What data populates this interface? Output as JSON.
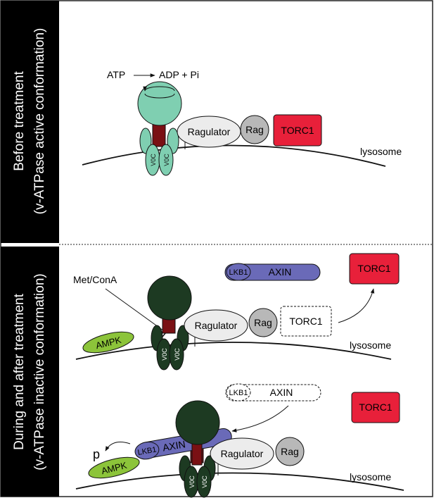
{
  "panels": {
    "before": {
      "label_line1": "Before treatment",
      "label_line2": "(v-ATPase active conformation)",
      "atp": "ATP",
      "adp": "ADP + Pi",
      "ragulator": "Ragulator",
      "rag": "Rag",
      "torc1": "TORC1",
      "lysosome": "lysosome",
      "v0c_a": "V0C",
      "v0c_b": "V0C"
    },
    "during": {
      "label_line1": "During and after treatment",
      "label_line2": "(v-ATPase inactive conformation)",
      "drug": "Met/ConA",
      "lkb1": "LKB1",
      "axin": "AXIN",
      "torc1_free": "TORC1",
      "ampk": "AMPK",
      "ragulator": "Ragulator",
      "rag": "Rag",
      "torc1_ghost": "TORC1",
      "lysosome": "lysosome",
      "v0c_a": "V0C",
      "v0c_b": "V0C"
    },
    "after": {
      "lkb1_ghost": "LKB1",
      "axin_ghost": "AXIN",
      "torc1": "TORC1",
      "p": "p",
      "ampk": "AMPK",
      "lkb1": "LKB1",
      "axin": "AXIN",
      "ragulator": "Ragulator",
      "rag": "Rag",
      "lysosome": "lysosome",
      "v0c_a": "V0C",
      "v0c_b": "V0C"
    }
  },
  "colors": {
    "active_vatpase": "#7fcfb1",
    "inactive_vatpase": "#1d3a22",
    "stalk": "#7a1014",
    "torc1": "#e8203a",
    "ragulator": "#ececec",
    "rag": "#b8b8b8",
    "lkb1_axin": "#6a6ab8",
    "ampk": "#8cc43a",
    "label_bg": "#000000"
  }
}
